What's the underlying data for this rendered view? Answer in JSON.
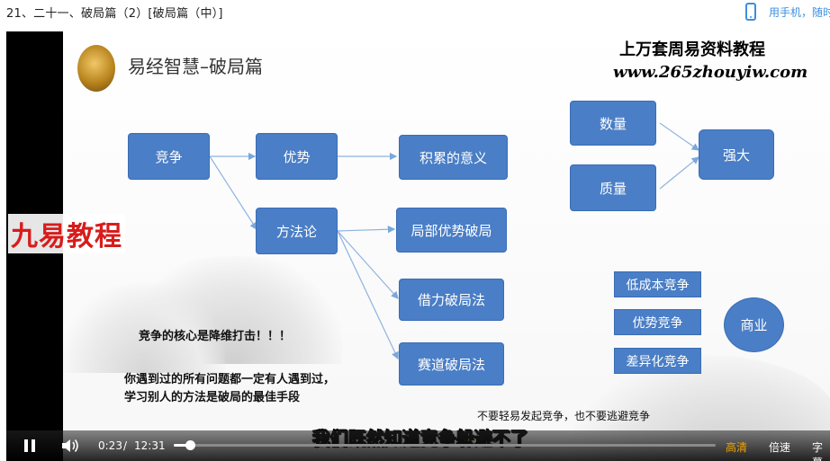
{
  "page": {
    "title": "21、二十一、破局篇（2）[破局篇（中）]"
  },
  "header_right": {
    "phone_text": "用手机，随时"
  },
  "slide": {
    "heading": "易经智慧–破局篇",
    "watermark_line1": "上万套周易资料教程",
    "watermark_line2": "www.265zhouyiw.com",
    "logo_text": "九易教程",
    "nodes": {
      "competition": "竞争",
      "advantage": "优势",
      "accumulation": "积累的意义",
      "methodology": "方法论",
      "local_advantage": "局部优势破局",
      "leverage": "借力破局法",
      "track": "赛道破局法",
      "quantity": "数量",
      "quality": "质量",
      "strong": "强大",
      "business": "商业"
    },
    "tags": [
      "低成本竞争",
      "优势竞争",
      "差异化竞争"
    ],
    "notes": {
      "core": "竞争的核心是降维打击！！！",
      "problems_1": "你遇到过的所有问题都一定有人遇到过，",
      "problems_2": "学习别人的方法是破局的最佳手段",
      "bottom": "不要轻易发起竞争，也不要逃避竞争"
    },
    "subtitle": "我们既然知道竞争躲避不了"
  },
  "player": {
    "current_time": "0:23",
    "separator": "/",
    "duration": "12:31",
    "progress": 0.03,
    "quality_label": "高清",
    "speed_label": "倍速",
    "captions_label": "字幕"
  },
  "colors": {
    "node": "#4a7ec6",
    "accent": "#f0a400",
    "link": "#3d8fe0"
  }
}
